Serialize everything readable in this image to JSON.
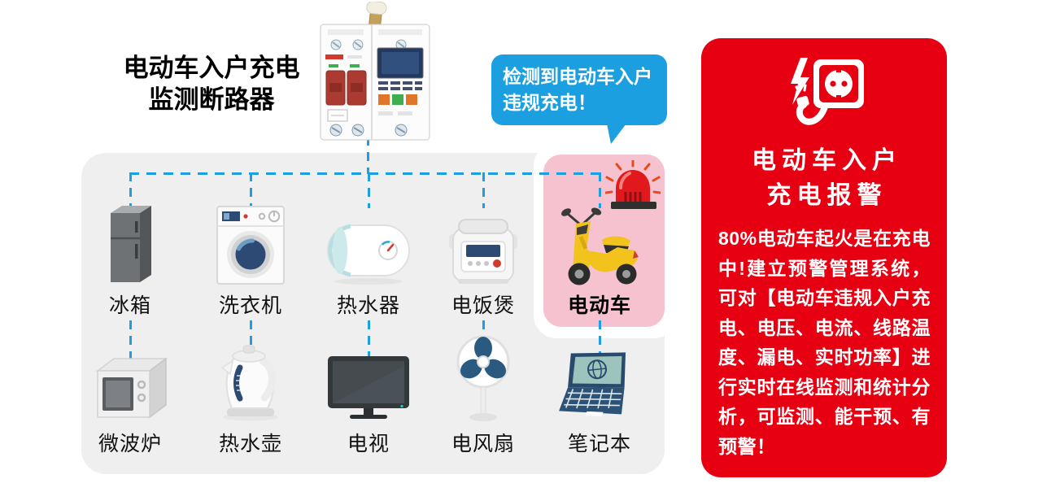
{
  "header": {
    "title_line1": "电动车入户充电",
    "title_line2": "监测断路器",
    "device_icon": "circuit-breaker-device"
  },
  "bubble": {
    "line1": "检测到电动车入户",
    "line2": "违规充电！"
  },
  "appliance_grid": {
    "rows": [
      {
        "items": [
          {
            "label": "冰箱",
            "icon": "fridge-icon"
          },
          {
            "label": "洗衣机",
            "icon": "washing-machine-icon"
          },
          {
            "label": "热水器",
            "icon": "water-heater-icon"
          },
          {
            "label": "电饭煲",
            "icon": "rice-cooker-icon"
          },
          {
            "label": "电动车",
            "icon": "scooter-icon",
            "highlight": true,
            "alarm_icon": "alarm-siren-icon"
          }
        ]
      },
      {
        "items": [
          {
            "label": "微波炉",
            "icon": "microwave-icon"
          },
          {
            "label": "热水壶",
            "icon": "kettle-icon"
          },
          {
            "label": "电视",
            "icon": "tv-icon"
          },
          {
            "label": "电风扇",
            "icon": "fan-icon"
          },
          {
            "label": "笔记本",
            "icon": "laptop-icon"
          }
        ]
      }
    ]
  },
  "alert_panel": {
    "icon": "plug-socket-icon",
    "title_line1": "电动车入户",
    "title_line2": "充电报警",
    "body": "80%电动车起火是在充电中!建立预警管理系统，可对【电动车违规入户充电、电压、电流、线路温度、漏电、实时功率】进行实时在线监测和统计分析，可监测、能干预、有预警！"
  },
  "colors": {
    "line_blue": "#1b9fe0",
    "bubble_blue": "#1b9fe0",
    "panel_gray": "#efefef",
    "highlight_pink": "#f6c2cf",
    "alert_red": "#e60012"
  }
}
